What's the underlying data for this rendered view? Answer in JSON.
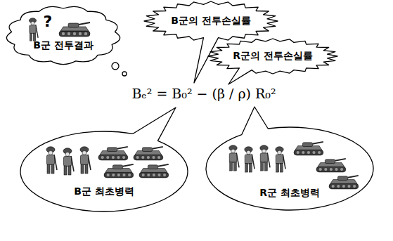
{
  "diagram": {
    "nodes": [
      {
        "text": [
          "B군 전투결과"
        ]
      },
      {
        "text": [
          "B군의 전투손실률"
        ]
      },
      {
        "text": [
          "R군의 전투손실률"
        ]
      },
      {
        "text": [
          "B군 최초병력"
        ]
      },
      {
        "text": [
          "R군 최초병력"
        ]
      }
    ],
    "labels": [
      "?",
      "Bₑ² = B₀² − (β / ρ) R₀²"
    ]
  }
}
